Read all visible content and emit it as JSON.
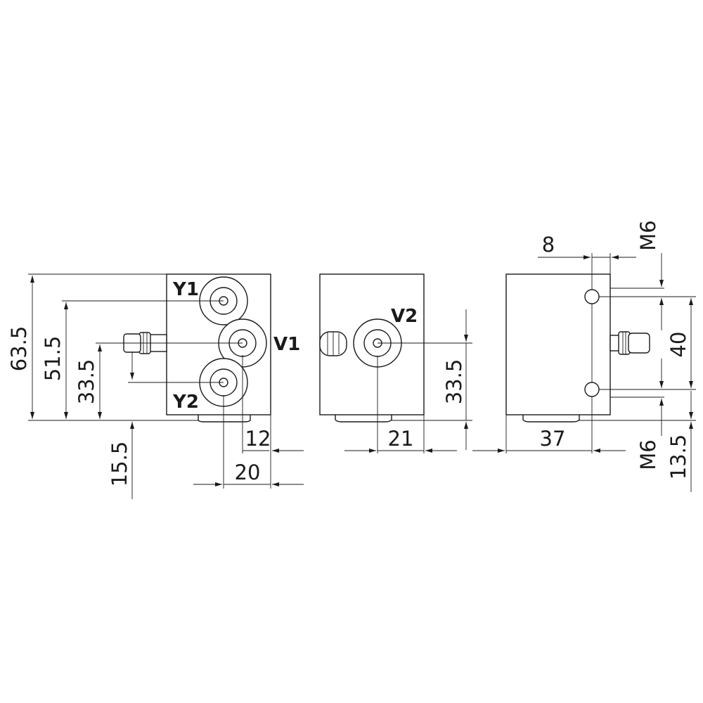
{
  "ports": {
    "y1": "Y1",
    "v1": "V1",
    "y2": "Y2",
    "v2": "V2"
  },
  "dimensions": {
    "height_total": "63.5",
    "height_y1": "51.5",
    "height_v1": "33.5",
    "height_fitting": "15.5",
    "width_12": "12",
    "width_20": "20",
    "width_21": "21",
    "height_v2": "33.5",
    "width_37": "37",
    "offset_8": "8",
    "spacing_40": "40",
    "height_13_5": "13.5",
    "thread_top": "M6",
    "thread_bottom": "M6"
  }
}
